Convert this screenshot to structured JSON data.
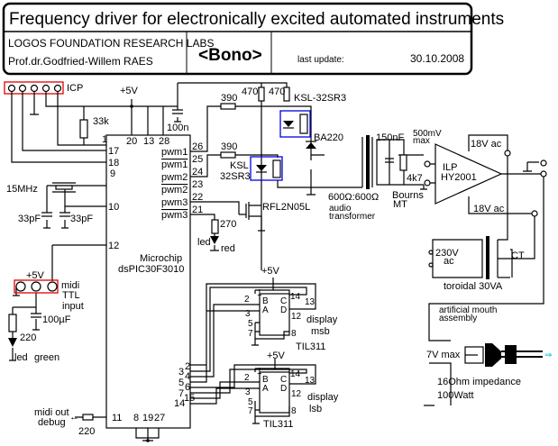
{
  "header": {
    "title": "Frequency driver for electronically excited automated instruments",
    "lab": "LOGOS FOUNDATION RESEARCH LABS",
    "author": "Prof.dr.Godfried-Willem RAES",
    "project": "<Bono>",
    "last_update_label": "last update:",
    "last_update_value": "30.10.2008"
  },
  "colors": {
    "connector_box": "#e00000",
    "optocoupler_box": "#0000e0",
    "arrow": "#00c0e0"
  },
  "labels": {
    "icp": "ICP",
    "vcc_top": "+5V",
    "r_33k": "33k",
    "c_100n": "100n",
    "r_390_a": "390",
    "r_390_b": "390",
    "r_470_a": "470",
    "r_470_b": "470",
    "opto_a": "KSL-32SR3",
    "opto_b_1": "KSL",
    "opto_b_2": "32SR3",
    "mosfet": "RFL2N05L",
    "r_270": "270",
    "led_red_1": "led",
    "led_red_2": "red",
    "crystal": "15MHz",
    "c_33pf_a": "33pF",
    "c_33pf_b": "33pF",
    "chip_1": "Microchip",
    "chip_2": "dsPIC30F3010",
    "midi_vcc": "+5V",
    "midi_1": "midi",
    "midi_2": "TTL",
    "midi_3": "input",
    "c_100uf": "100µF",
    "r_220_a": "220",
    "led_green_1": "led",
    "led_green_2": "green",
    "midi_out_1": "midi out",
    "midi_out_2": "debug",
    "r_220_b": "220",
    "diode": "BA220",
    "c_150nf": "150nF",
    "max_in_1": "500mV",
    "max_in_2": "max",
    "pot": "4k7",
    "pot_brand_1": "Bourns",
    "pot_brand_2": "MT",
    "xfmr_ratio": "600Ω:600Ω",
    "xfmr_1": "audio",
    "xfmr_2": "transformer",
    "amp_1": "ILP",
    "amp_2": "HY2001",
    "supply_pos": "18V ac",
    "supply_neg": "18V ac",
    "mains_1": "230V",
    "mains_2": "ac",
    "ct": "CT",
    "toroid": "toroidal 30VA",
    "mouth_1": "artificial mouth",
    "mouth_2": "assembly",
    "vmax": "7V max",
    "spk_1": "16Ohm impedance",
    "spk_2": "100Watt",
    "disp_msb_vcc": "+5V",
    "disp_msb_1": "display",
    "disp_msb_2": "msb",
    "disp_msb_ic": "TIL311",
    "disp_lsb_vcc": "+5V",
    "disp_lsb_1": "display",
    "disp_lsb_2": "lsb",
    "disp_lsb_ic": "TIL311"
  },
  "chip_pins": {
    "top": [
      "20",
      "13",
      "28"
    ],
    "left": [
      "1",
      "17",
      "18",
      "9",
      "10",
      "12"
    ],
    "right_names": [
      "pwm1",
      "pwm1",
      "pwm2",
      "pwm2",
      "pwm3",
      "pwm3"
    ],
    "right_nums": [
      "26",
      "25",
      "24",
      "23",
      "22",
      "21"
    ],
    "bottom_right": [
      "2",
      "3",
      "4",
      "5",
      "6",
      "7",
      "15",
      "14"
    ],
    "bottom_left": "11",
    "bottom": [
      "8",
      "19",
      "27"
    ]
  },
  "til311_pins": {
    "p1": "1",
    "p2": "2",
    "p3": "3",
    "p5": "5",
    "p7": "7",
    "p8": "8",
    "p12": "12",
    "p13": "13",
    "p14": "14",
    "a": "A",
    "b": "B",
    "c": "C",
    "d": "D"
  }
}
